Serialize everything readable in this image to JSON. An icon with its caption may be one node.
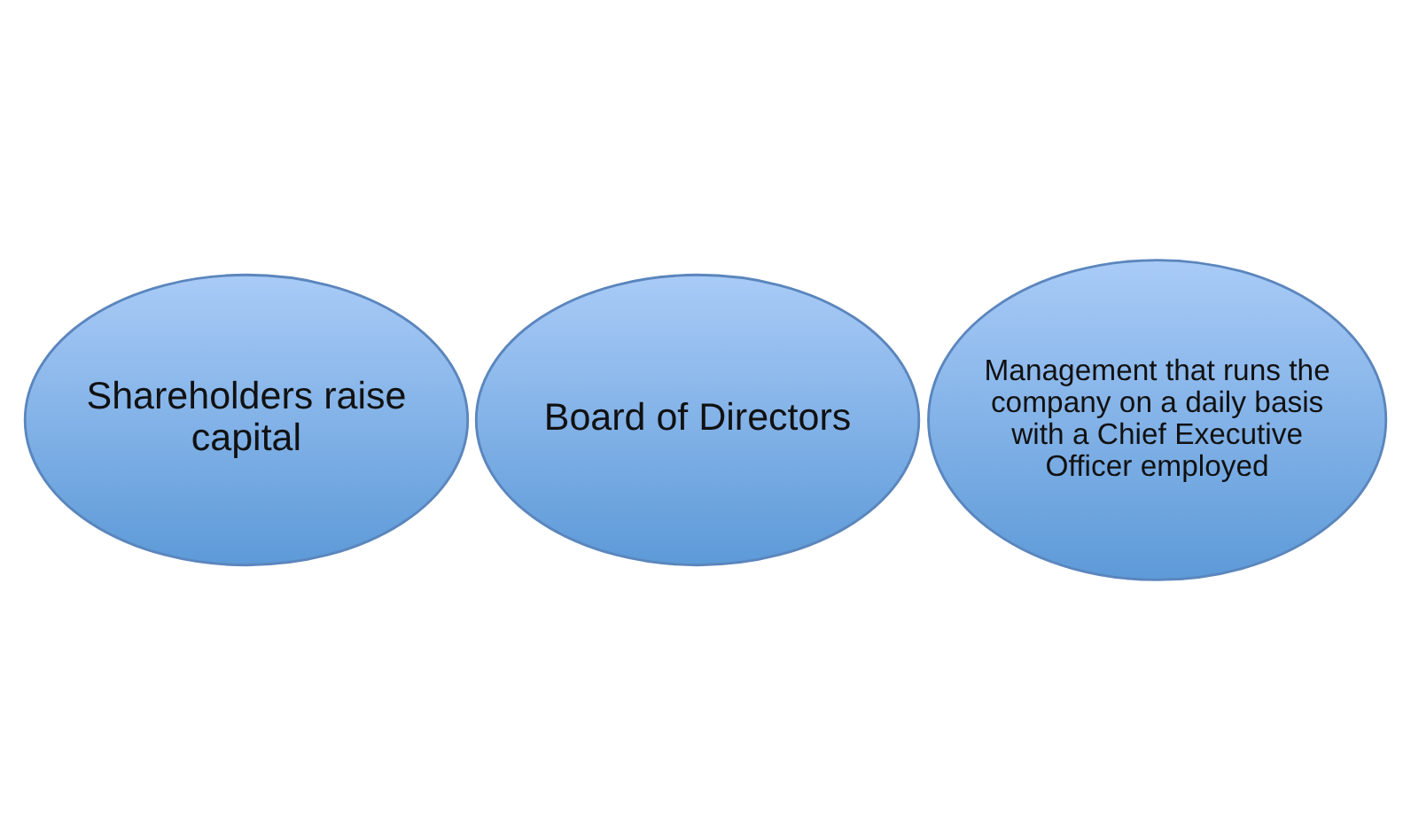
{
  "diagram": {
    "nodes": [
      {
        "text": [
          "Shareholders raise capital"
        ]
      },
      {
        "text": [
          "Board of Directors"
        ]
      },
      {
        "text": [
          "Management that runs the company on a daily basis with a Chief Executive Officer employed"
        ]
      }
    ]
  }
}
